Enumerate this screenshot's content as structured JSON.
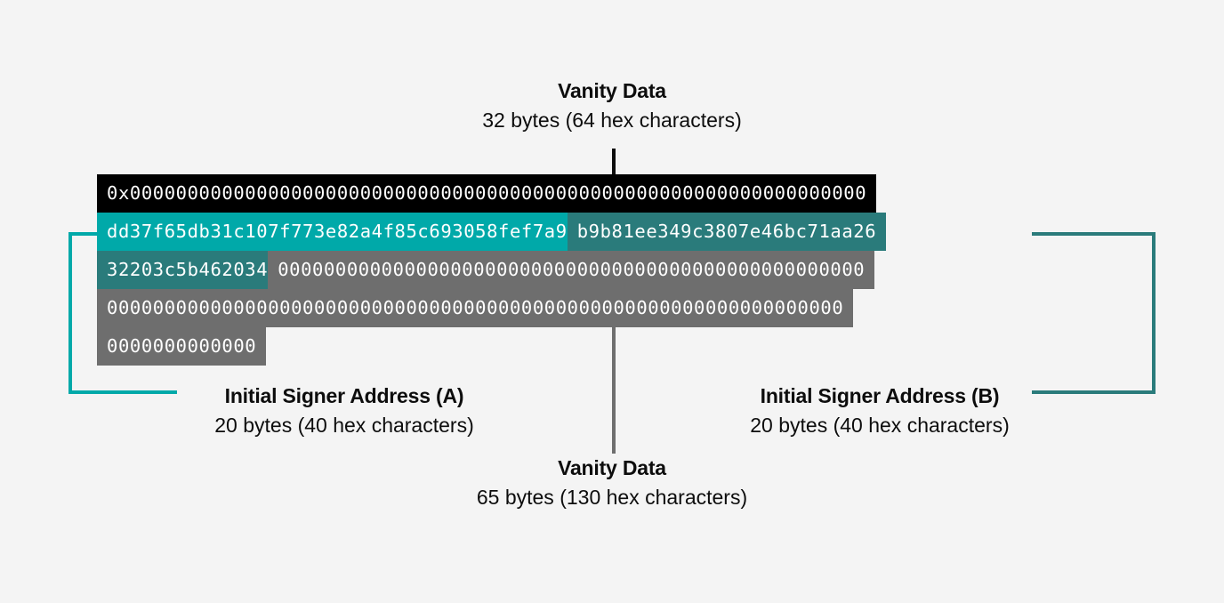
{
  "diagram": {
    "title_semantic": "extradata-byte-layout",
    "colors": {
      "background": "#f4f4f4",
      "vanity_prefix": "#000000",
      "signer_a": "#00a9a9",
      "signer_b": "#2a7b7b",
      "vanity_suffix": "#6e6e6e",
      "text": "#0d0d0d"
    }
  },
  "callouts": {
    "vanity_top": {
      "title": "Vanity Data",
      "sub": "32 bytes (64 hex characters)"
    },
    "vanity_bottom": {
      "title": "Vanity Data",
      "sub": "65 bytes (130 hex characters)"
    },
    "signer_a": {
      "title": "Initial Signer Address (A)",
      "sub": "20 bytes (40 hex characters)"
    },
    "signer_b": {
      "title": "Initial Signer Address (B)",
      "sub": "20 bytes (40 hex characters)"
    }
  },
  "hex_rows": [
    {
      "segments": [
        {
          "kind": "vanity-prefix",
          "color": "black",
          "text": "0x0000000000000000000000000000000000000000000000000000000000000000"
        }
      ]
    },
    {
      "segments": [
        {
          "kind": "signer-a",
          "color": "teal",
          "text": "dd37f65db31c107f773e82a4f85c693058fef7a9"
        },
        {
          "kind": "signer-b",
          "color": "darkteal",
          "text": "b9b81ee349c3807e46bc71aa26"
        }
      ]
    },
    {
      "segments": [
        {
          "kind": "signer-b",
          "color": "darkteal",
          "text": "32203c5b462034"
        },
        {
          "kind": "vanity-suffix",
          "color": "gray",
          "text": "000000000000000000000000000000000000000000000000000"
        }
      ]
    },
    {
      "segments": [
        {
          "kind": "vanity-suffix",
          "color": "gray",
          "text": "0000000000000000000000000000000000000000000000000000000000000000"
        }
      ]
    },
    {
      "segments": [
        {
          "kind": "vanity-suffix",
          "color": "gray",
          "text": "0000000000000"
        }
      ]
    }
  ]
}
